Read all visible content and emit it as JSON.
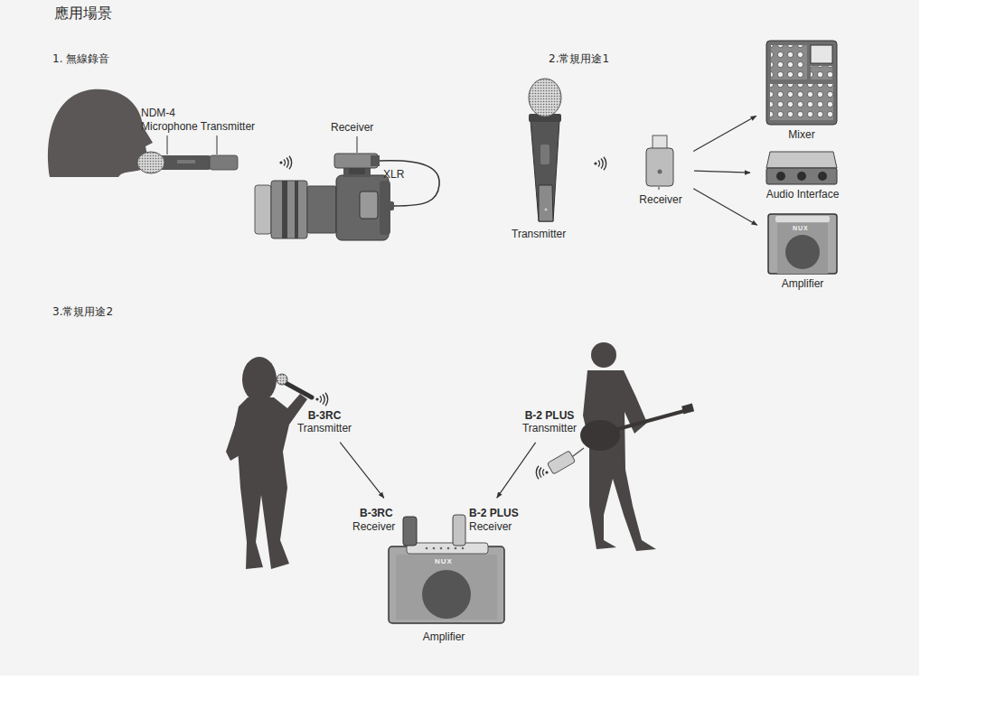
{
  "diagram": {
    "title": "應用場景",
    "nodes": [
      {
        "text": [
          "Receiver"
        ]
      },
      {
        "text": [
          "Mixer"
        ]
      },
      {
        "text": [
          "Audio Interface"
        ]
      },
      {
        "text": [
          "Amplifier"
        ]
      },
      {
        "text": [
          "B-3RC",
          "Transmitter"
        ]
      },
      {
        "text": [
          "B-2 PLUS",
          "Transmitter"
        ]
      },
      {
        "text": [
          "Amplifier"
        ]
      }
    ],
    "edges": [
      {
        "from": 0,
        "to": 1,
        "arrow": "to"
      },
      {
        "from": 0,
        "to": 2,
        "arrow": "to"
      },
      {
        "from": 0,
        "to": 3,
        "arrow": "to"
      },
      {
        "from": 4,
        "to": 6,
        "arrow": "to"
      },
      {
        "from": 5,
        "to": 6,
        "arrow": "to"
      }
    ],
    "labels": [
      "1. 無線錄音",
      "NDM-4",
      "Microphone Transmitter",
      "Receiver",
      "XLR",
      "2.常規用途1",
      "Transmitter",
      "3.常規用途2",
      "B-3RC",
      "Receiver",
      "B-2 PLUS",
      "Receiver",
      "NUX",
      "NUX"
    ]
  }
}
